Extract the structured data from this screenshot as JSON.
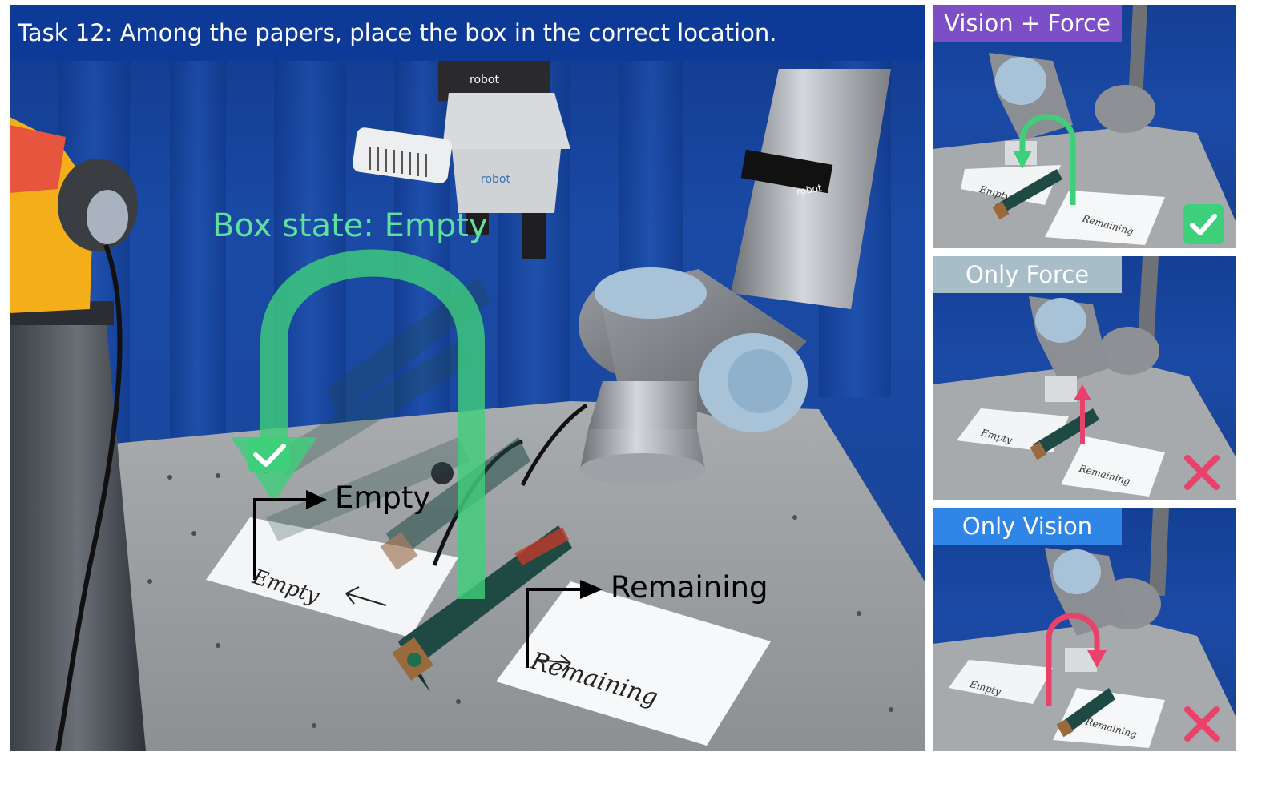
{
  "main": {
    "task_title": "Task 12: Among the papers, place the box in the correct location.",
    "box_state_label": "Box state: Empty",
    "target_label_empty": "Empty",
    "target_label_remaining": "Remaining",
    "paper_text_empty": "Empty",
    "paper_text_remaining": "Remaining",
    "gripper_brand": "robot",
    "gripper_brand_badge": "robot",
    "robot_base_brand": "robot"
  },
  "panels": [
    {
      "label": "Vision + Force",
      "label_color": "#7d4fc6",
      "trajectory_color": "#3ecf7a",
      "result": "success",
      "result_icon": "check-mark-icon",
      "paper_text_empty": "Empty",
      "paper_text_remaining": "Remaining"
    },
    {
      "label": "Only Force",
      "label_color": "#a7bdc8",
      "trajectory_color": "#e8426b",
      "result": "failure",
      "result_icon": "cross-mark-icon",
      "paper_text_empty": "Empty",
      "paper_text_remaining": "Remaining"
    },
    {
      "label": "Only Vision",
      "label_color": "#2f86e6",
      "trajectory_color": "#e8426b",
      "result": "failure",
      "result_icon": "cross-mark-icon",
      "paper_text_empty": "Empty",
      "paper_text_remaining": "Remaining"
    }
  ],
  "colors": {
    "success_green": "#3ecf7a",
    "failure_pink": "#e8426b",
    "curtain_blue": "#1a48a0"
  }
}
